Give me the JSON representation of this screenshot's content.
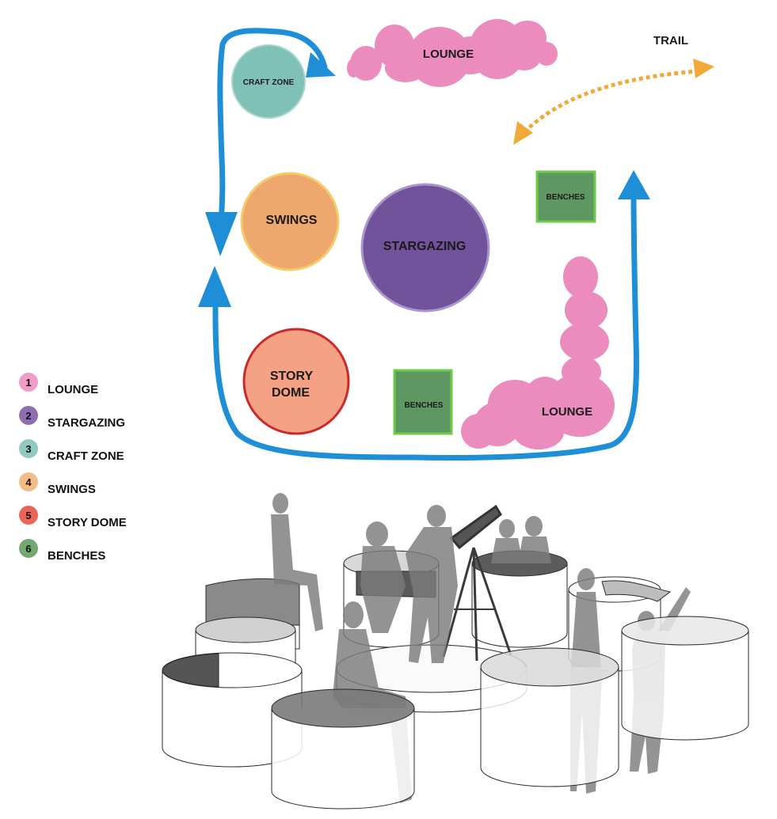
{
  "zones": {
    "lounge_top": "LOUNGE",
    "lounge_right": "LOUNGE",
    "craft_zone": "CRAFT ZONE",
    "swings": "SWINGS",
    "stargazing": "STARGAZING",
    "story_dome_line1": "STORY",
    "story_dome_line2": "DOME",
    "benches_right": "BENCHES",
    "benches_center": "BENCHES"
  },
  "trail": "TRAIL",
  "legend": [
    {
      "num": "1",
      "label": "LOUNGE",
      "color": "#ec8bbd"
    },
    {
      "num": "2",
      "label": "STARGAZING",
      "color": "#7a55a0"
    },
    {
      "num": "3",
      "label": "CRAFT ZONE",
      "color": "#7fc1b6"
    },
    {
      "num": "4",
      "label": "SWINGS",
      "color": "#f0b070"
    },
    {
      "num": "5",
      "label": "STORY DOME",
      "color": "#e84a3a"
    },
    {
      "num": "6",
      "label": "BENCHES",
      "color": "#5a9a55"
    }
  ],
  "colors": {
    "path": "#1e8fd6",
    "trail": "#f3a93a",
    "lounge": "#ec8bbd",
    "craft": "#7fc1b6",
    "swings": "#eea86e",
    "swings_border": "#f5cc6a",
    "stargazing": "#73529c",
    "stargazing_border": "#a898cc",
    "story": "#f4a184",
    "story_border": "#cc2a2a",
    "benches": "#5f9763",
    "benches_border": "#6ccb49"
  }
}
